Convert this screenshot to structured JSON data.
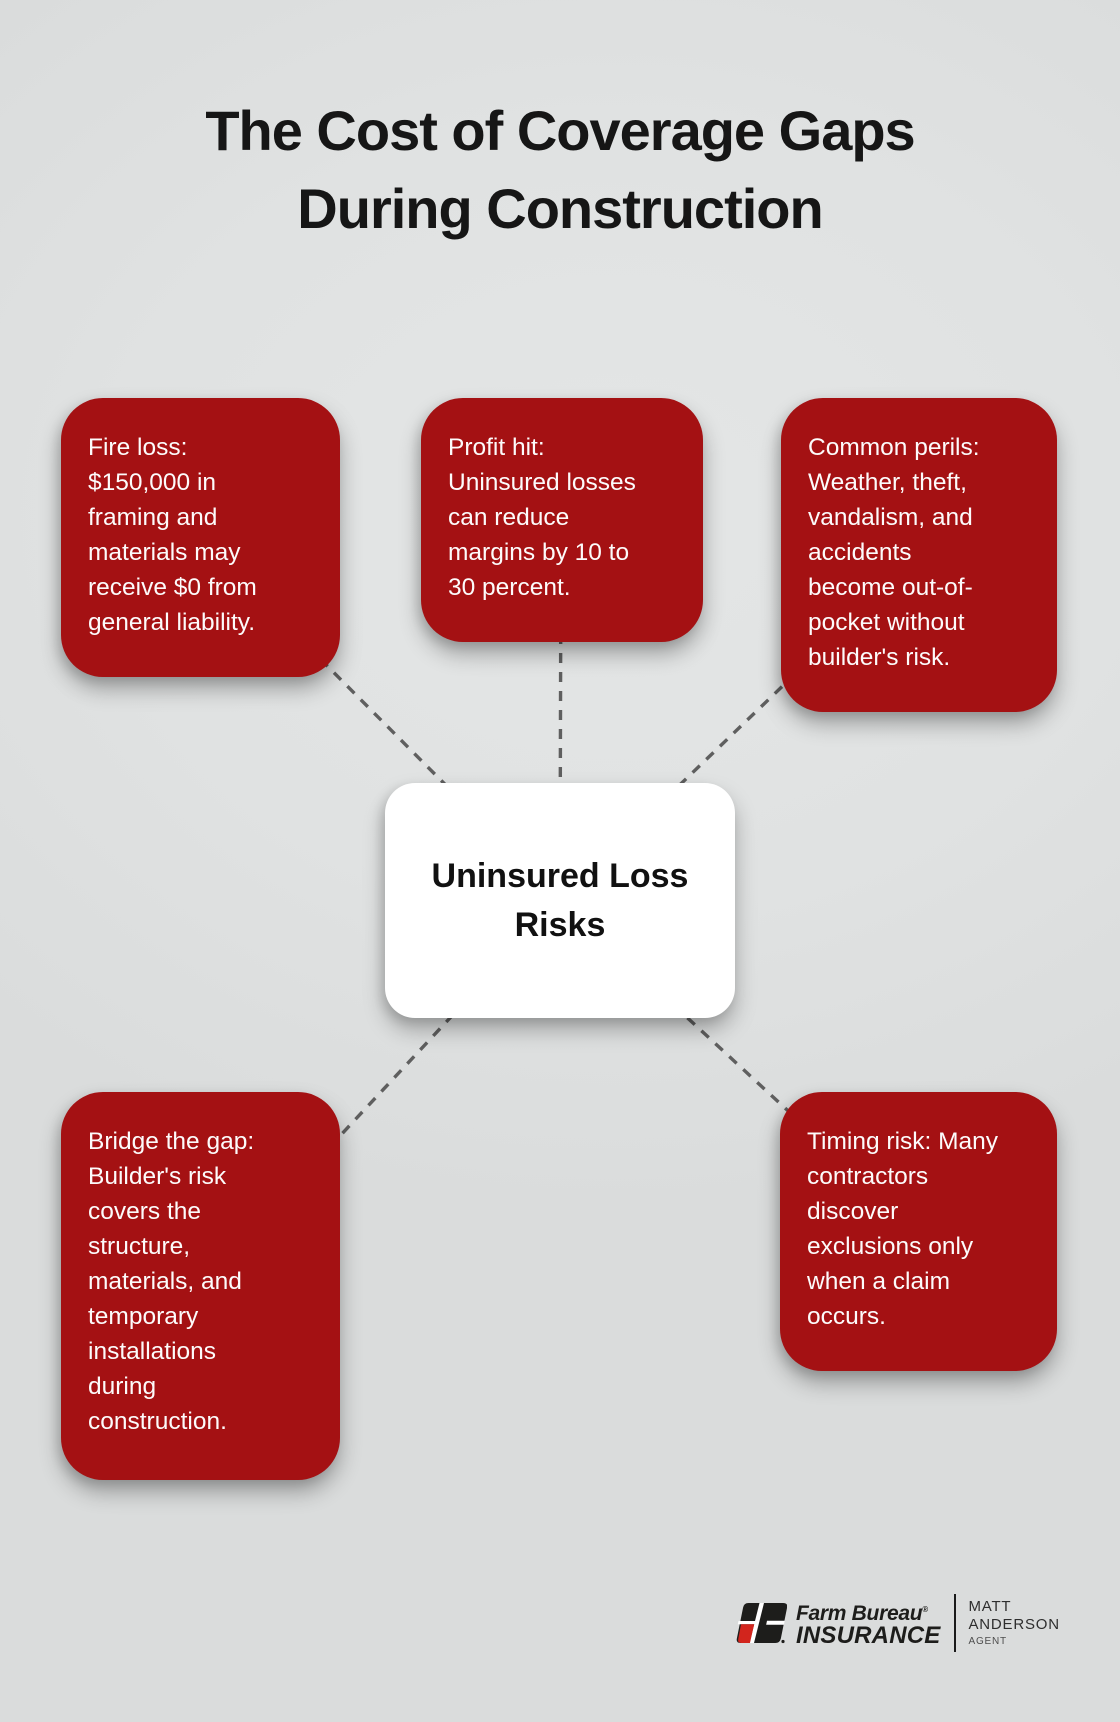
{
  "title": {
    "line1": "The Cost of Coverage Gaps",
    "line2": "During Construction"
  },
  "hub": {
    "label_lines": [
      "Uninsured Loss",
      "Risks"
    ]
  },
  "nodes": [
    {
      "id": "fire-loss",
      "lines": [
        "Fire loss:",
        "$150,000 in",
        "framing and",
        "materials may",
        "receive $0 from",
        "general liability."
      ]
    },
    {
      "id": "profit-hit",
      "lines": [
        "Profit hit:",
        "Uninsured losses",
        "can reduce",
        "margins by 10 to",
        "30 percent."
      ]
    },
    {
      "id": "common-perils",
      "lines": [
        "Common perils:",
        "Weather, theft,",
        "vandalism, and",
        "accidents",
        "become out-of-",
        "pocket without",
        "builder's risk."
      ]
    },
    {
      "id": "bridge-the-gap",
      "lines": [
        "Bridge the gap:",
        "Builder's risk",
        "covers the",
        "structure,",
        "materials, and",
        "temporary",
        "installations",
        "during",
        "construction."
      ]
    },
    {
      "id": "timing-risk",
      "lines": [
        "Timing risk: Many",
        "contractors",
        "discover",
        "exclusions only",
        "when a claim",
        "occurs."
      ]
    }
  ],
  "footer": {
    "brand_name": "Farm Bureau",
    "brand_reg": "®",
    "brand_word": "INSURANCE",
    "agent_first": "MATT",
    "agent_last": "ANDERSON",
    "agent_role": "AGENT"
  },
  "colors": {
    "background": "#e0e2e2",
    "node_red": "#a41113",
    "node_text": "#fdfbfb",
    "hub_background": "#ffffff",
    "hub_text": "#111111",
    "title_text": "#161616",
    "connector_gray": "#5f5f5f",
    "logo_black": "#1d1d1b",
    "logo_red": "#d2251d"
  }
}
